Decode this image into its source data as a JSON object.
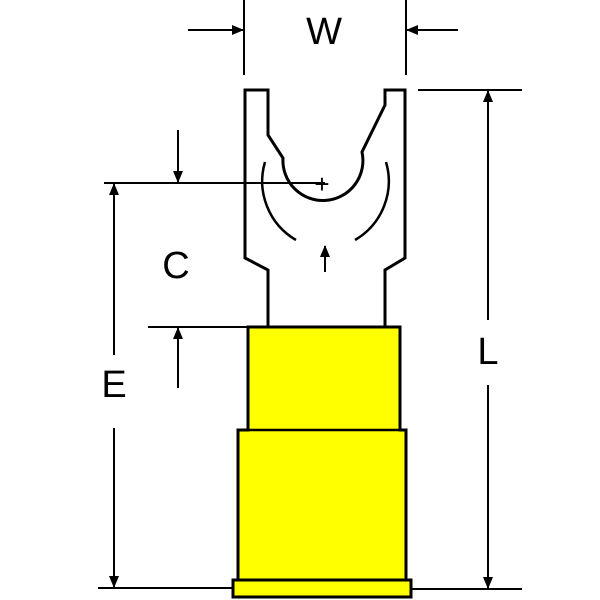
{
  "labels": {
    "width": "W",
    "c_dim": "C",
    "e_dim": "E",
    "length": "L",
    "center_mark": "+"
  },
  "colors": {
    "insulation": "#FFFF00",
    "stroke": "#000000",
    "background": "#FFFFFF"
  }
}
